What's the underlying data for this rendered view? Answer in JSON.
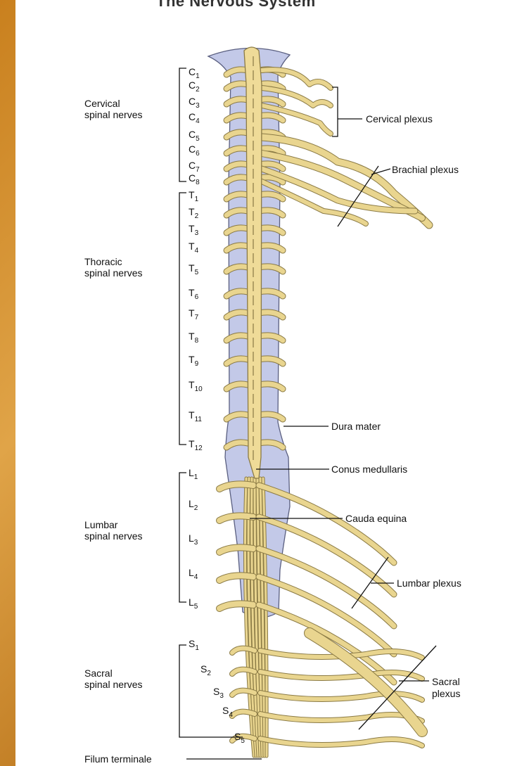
{
  "header": {
    "title": "The Nervous System"
  },
  "groups": {
    "cervical": {
      "label_line1": "Cervical",
      "label_line2": "spinal nerves"
    },
    "thoracic": {
      "label_line1": "Thoracic",
      "label_line2": "spinal nerves"
    },
    "lumbar": {
      "label_line1": "Lumbar",
      "label_line2": "spinal nerves"
    },
    "sacral": {
      "label_line1": "Sacral",
      "label_line2": "spinal nerves"
    }
  },
  "segments": [
    {
      "letter": "C",
      "num": "1"
    },
    {
      "letter": "C",
      "num": "2"
    },
    {
      "letter": "C",
      "num": "3"
    },
    {
      "letter": "C",
      "num": "4"
    },
    {
      "letter": "C",
      "num": "5"
    },
    {
      "letter": "C",
      "num": "6"
    },
    {
      "letter": "C",
      "num": "7"
    },
    {
      "letter": "C",
      "num": "8"
    },
    {
      "letter": "T",
      "num": "1"
    },
    {
      "letter": "T",
      "num": "2"
    },
    {
      "letter": "T",
      "num": "3"
    },
    {
      "letter": "T",
      "num": "4"
    },
    {
      "letter": "T",
      "num": "5"
    },
    {
      "letter": "T",
      "num": "6"
    },
    {
      "letter": "T",
      "num": "7"
    },
    {
      "letter": "T",
      "num": "8"
    },
    {
      "letter": "T",
      "num": "9"
    },
    {
      "letter": "T",
      "num": "10"
    },
    {
      "letter": "T",
      "num": "11"
    },
    {
      "letter": "T",
      "num": "12"
    },
    {
      "letter": "L",
      "num": "1"
    },
    {
      "letter": "L",
      "num": "2"
    },
    {
      "letter": "L",
      "num": "3"
    },
    {
      "letter": "L",
      "num": "4"
    },
    {
      "letter": "L",
      "num": "5"
    },
    {
      "letter": "S",
      "num": "1"
    },
    {
      "letter": "S",
      "num": "2"
    },
    {
      "letter": "S",
      "num": "3"
    },
    {
      "letter": "S",
      "num": "4"
    },
    {
      "letter": "S",
      "num": "5"
    }
  ],
  "callouts": {
    "cervical_plexus": "Cervical plexus",
    "brachial_plexus": "Brachial plexus",
    "dura_mater": "Dura mater",
    "conus_medullaris": "Conus medullaris",
    "cauda_equina": "Cauda equina",
    "lumbar_plexus": "Lumbar plexus",
    "sacral_plexus_line1": "Sacral",
    "sacral_plexus_line2": "plexus",
    "filum_terminale": "Filum terminale"
  },
  "colors": {
    "nerve": "#e9d58f",
    "dura": "#c3c9e8",
    "background": "#d99a3c"
  }
}
